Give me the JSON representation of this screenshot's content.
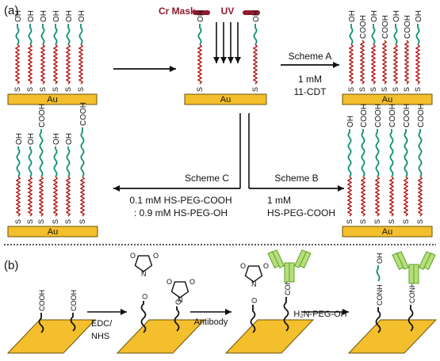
{
  "panel_a": {
    "label": "(a)",
    "mask_label": "Cr Mask",
    "uv_label": "UV",
    "gold_label": "Au",
    "oh_label": "OH",
    "cooh_label": "COOH",
    "s_label": "S",
    "scheme_a": {
      "title": "Scheme A",
      "line1": "1 mM",
      "line2": "11-CDT"
    },
    "scheme_b": {
      "title": "Scheme B",
      "line1": "1 mM",
      "line2": "HS-PEG-COOH"
    },
    "scheme_c": {
      "title": "Scheme C",
      "line1": "0.1 mM HS-PEG-COOH",
      "line2": ": 0.9 mM HS-PEG-OH"
    }
  },
  "panel_b": {
    "label": "(b)",
    "step1_line1": "EDC/",
    "step1_line2": "NHS",
    "step2": "Antibody",
    "step3": "H₂N-PEG-OH",
    "cooh_label": "COOH",
    "conh_label": "CONH",
    "oh_label": "OH",
    "n_label": "N",
    "o_label": "O"
  },
  "colors": {
    "gold_fill": "#f3bf2c",
    "gold_stroke": "#6b5208",
    "thiol_chain": "#b11f1f",
    "peg_chain": "#148f75",
    "mask": "#8e1b2c",
    "uv": "#8e1b2c",
    "antibody_fill": "#b6df7a",
    "antibody_stroke": "#5e9e2a"
  }
}
